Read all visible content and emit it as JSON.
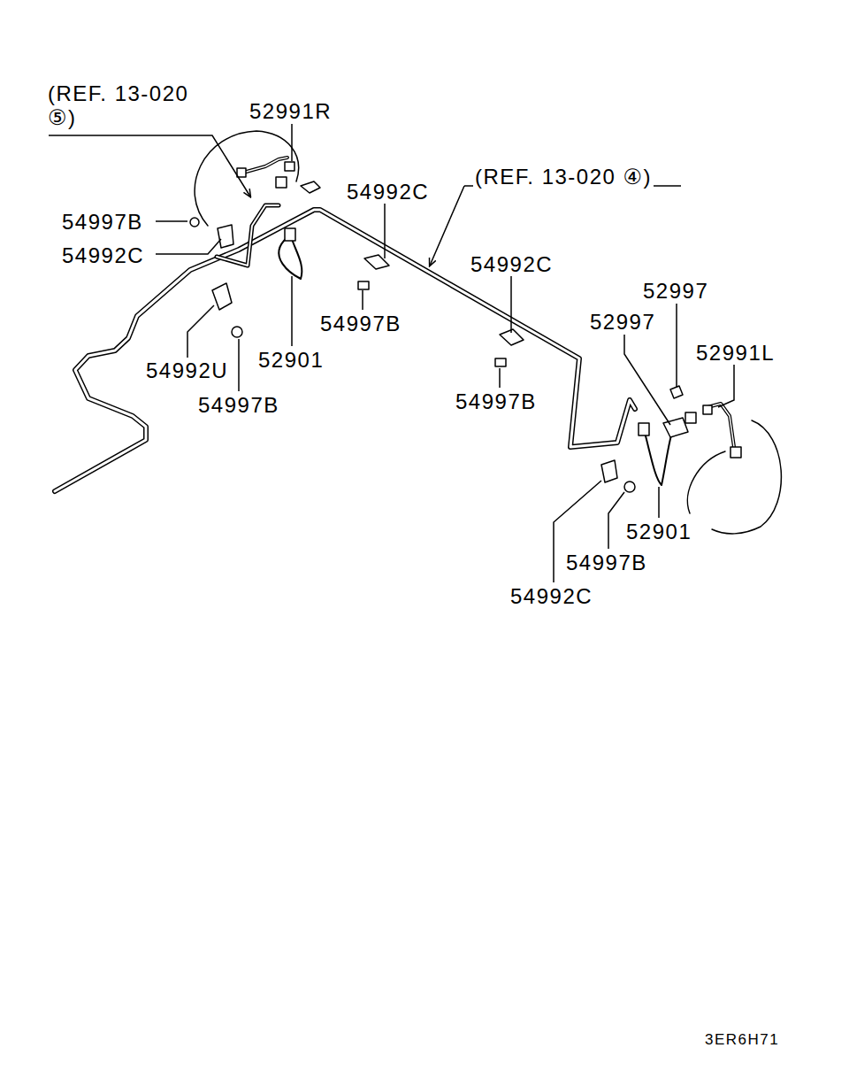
{
  "diagram": {
    "labels": [
      "(REF. 13-020 ⑤)",
      "52991R",
      "54992C",
      "(REF. 13-020 ④)",
      "54997B",
      "54992C",
      "54992C",
      "52997",
      "52997",
      "54997B",
      "54992U",
      "52901",
      "52991L",
      "54997B",
      "54997B",
      "52901",
      "54997B",
      "54992C",
      "3ER6H71"
    ]
  }
}
